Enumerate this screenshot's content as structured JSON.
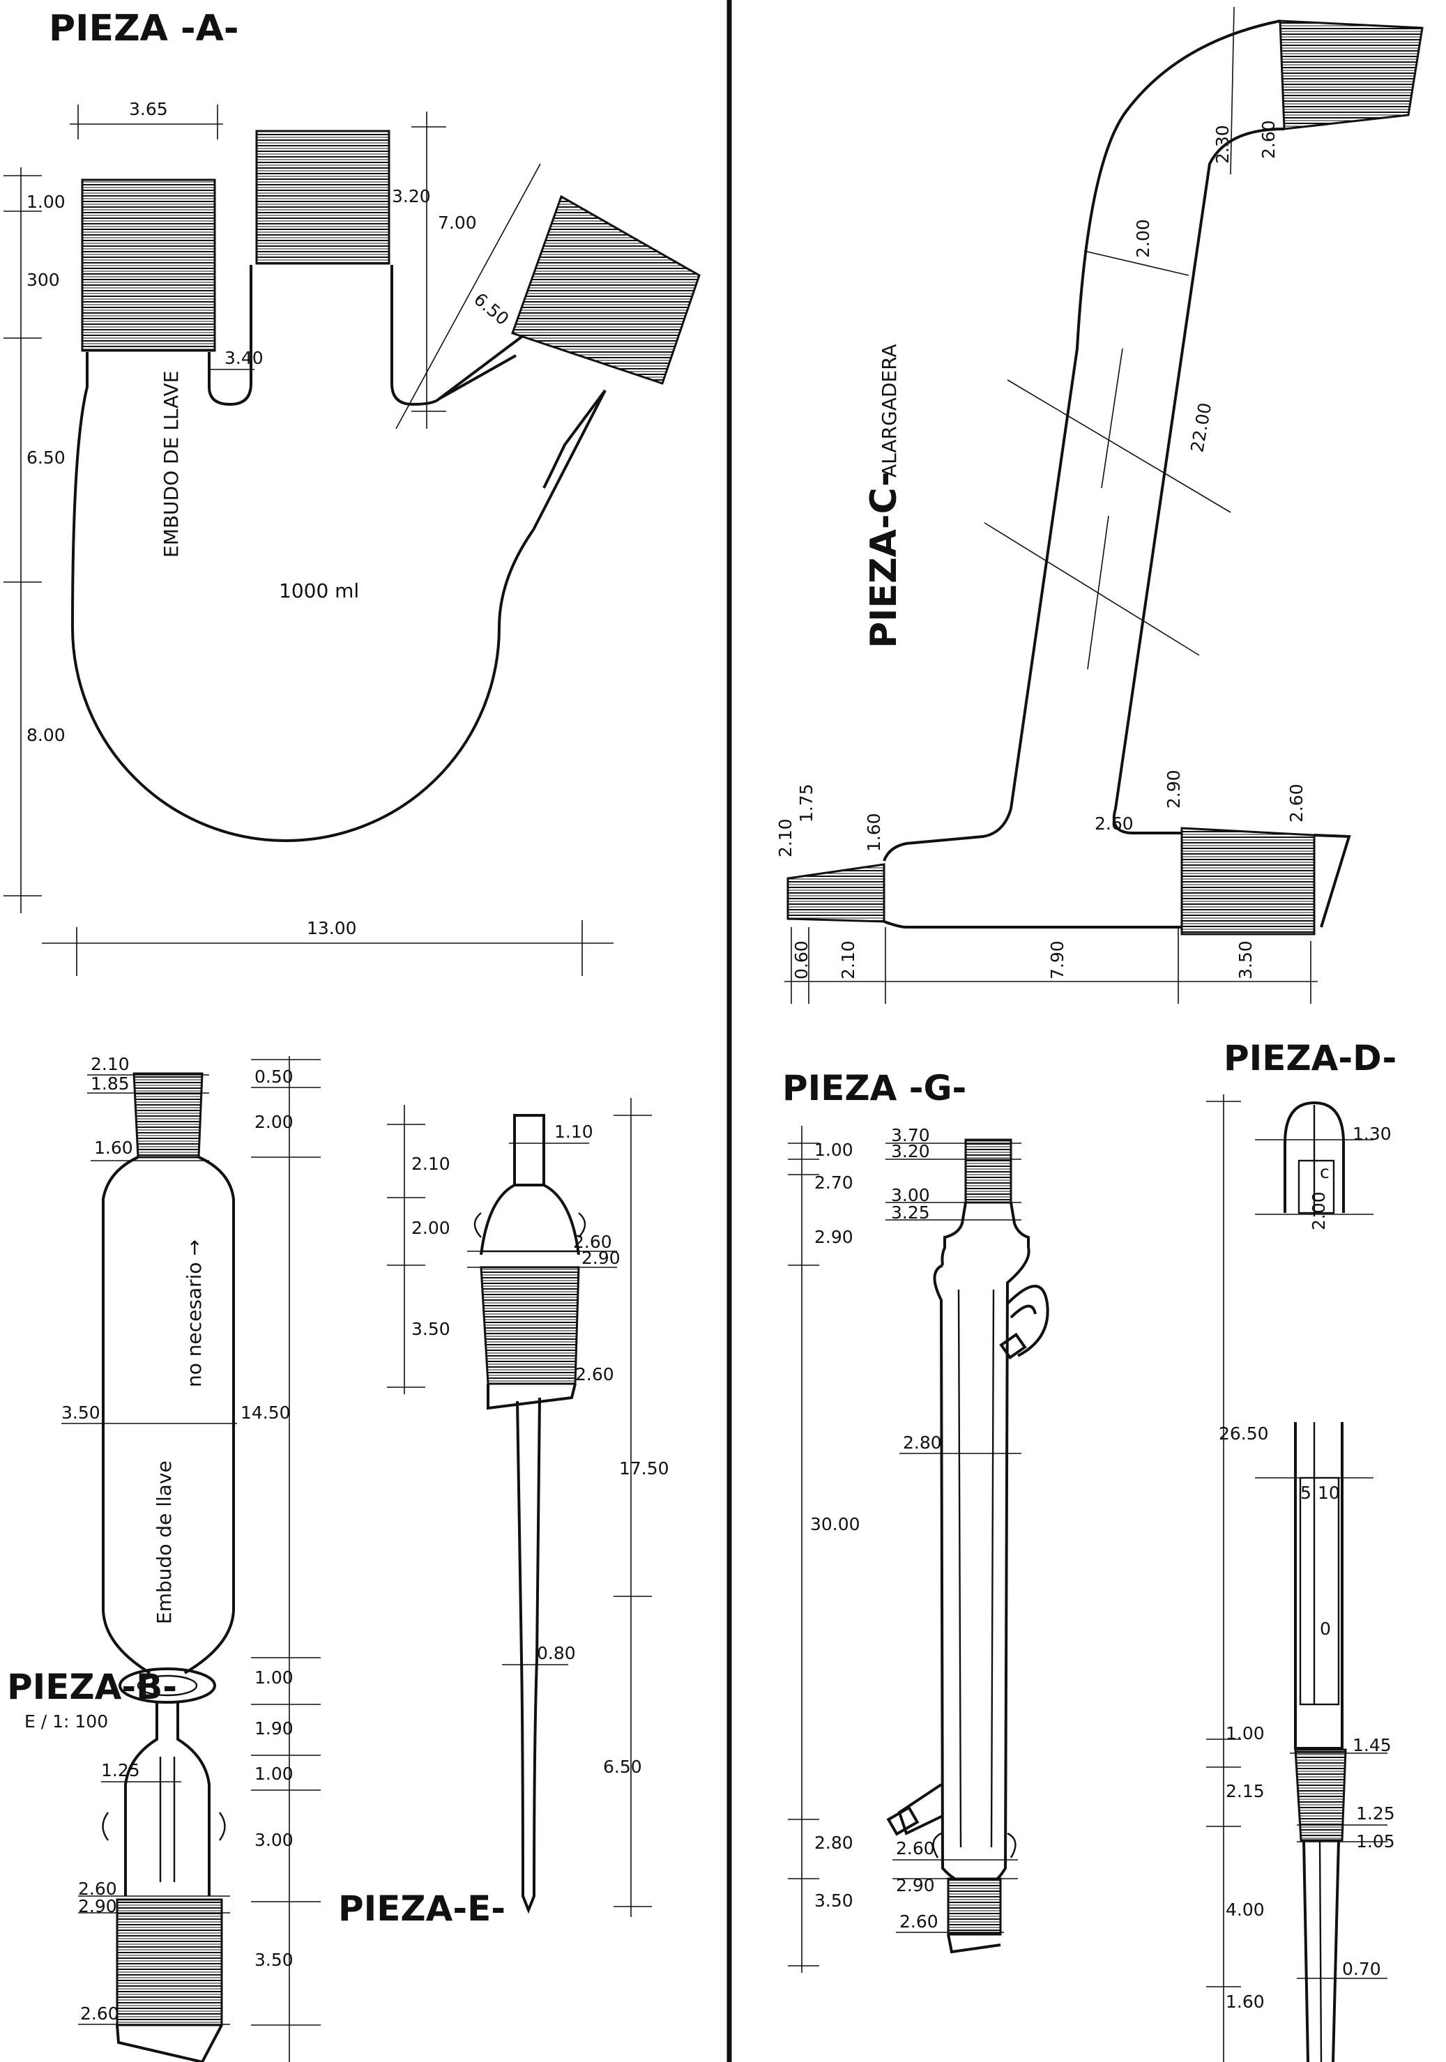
{
  "pieza_a": {
    "title": "PIEZA -A-",
    "dims": {
      "d365": "3.65",
      "d100": "1.00",
      "d300": "300",
      "d320": "3.20",
      "d700": "7.00",
      "d650a": "6.50",
      "d340": "3.40",
      "d650": "6.50",
      "d800": "8.00",
      "d1300": "13.00"
    },
    "label_embudo": "EMBUDO DE LLAVE",
    "volume": "1000 ml"
  },
  "pieza_c": {
    "title": "PIEZA-C-",
    "subtitle": "ALARGADERA",
    "dims": {
      "d230": "2.30",
      "d260top": "2.60",
      "d200": "2.00",
      "d2200": "22.00",
      "d210a": "2.10",
      "d175": "1.75",
      "d160": "1.60",
      "d260a": "2.60",
      "d290": "2.90",
      "d260b": "2.60",
      "d060": "0.60",
      "d210b": "2.10",
      "d790": "7.90",
      "d350": "3.50"
    }
  },
  "pieza_b": {
    "title": "PIEZA-B-",
    "scale": "E / 1: 100",
    "label_no_necesario": "no necesario →",
    "label_embudo": "Embudo de llave",
    "dims": {
      "d210": "2.10",
      "d185": "1.85",
      "d160": "1.60",
      "d350": "3.50",
      "d125": "1.25",
      "d260a": "2.60",
      "d290": "2.90",
      "d260b": "2.60",
      "d050": "0.50",
      "d200": "2.00",
      "d1450": "14.50",
      "d100a": "1.00",
      "d190": "1.90",
      "d100b": "1.00",
      "d300": "3.00",
      "d350b": "3.50"
    }
  },
  "pieza_e": {
    "title": "PIEZA-E-",
    "dims": {
      "d110": "1.10",
      "d210": "2.10",
      "d200": "2.00",
      "d260": "2.60",
      "d290": "2.90",
      "d350": "3.50",
      "d260b": "2.60",
      "d1750": "17.50",
      "d080": "0.80",
      "d650": "6.50"
    }
  },
  "pieza_g": {
    "title": "PIEZA -G-",
    "dims": {
      "d370": "3.70",
      "d320": "3.20",
      "d100": "1.00",
      "d270": "2.70",
      "d300": "3.00",
      "d325": "3.25",
      "d290": "2.90",
      "d280": "2.80",
      "d3000": "30.00",
      "d280b": "2.80",
      "d260": "2.60",
      "d290b": "2.90",
      "d350": "3.50",
      "d260b": "2.60"
    }
  },
  "pieza_d": {
    "title": "PIEZA-D-",
    "dims": {
      "d130": "1.30",
      "d200": "2.00",
      "d2650": "26.50",
      "d100": "1.00",
      "d145": "1.45",
      "d215": "2.15",
      "d125": "1.25",
      "d105": "1.05",
      "d400": "4.00",
      "d070": "0.70",
      "d160": "1.60"
    },
    "scale_marks": {
      "c": "c",
      "five": "5",
      "ten": "10",
      "zero": "0"
    }
  }
}
